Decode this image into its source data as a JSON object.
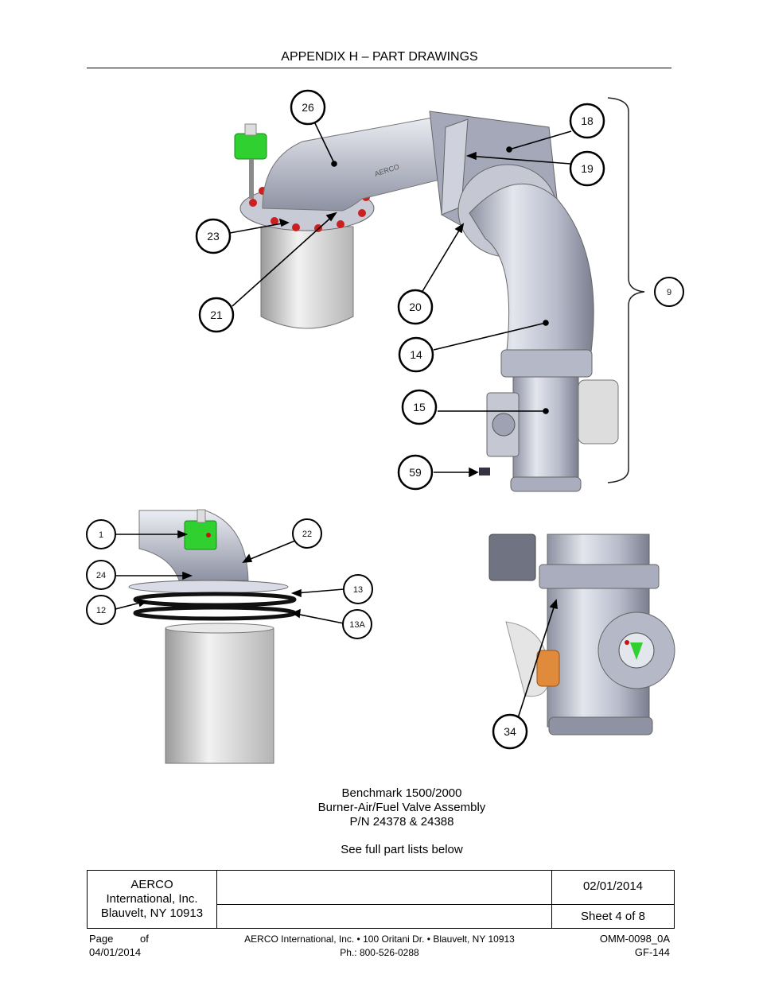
{
  "header": {
    "title": "APPENDIX H – PART DRAWINGS"
  },
  "callouts": {
    "c26": "26",
    "c18": "18",
    "c19": "19",
    "c23": "23",
    "c21": "21",
    "c20": "20",
    "c14": "14",
    "c15": "15",
    "c59": "59",
    "c9": "9",
    "c1": "1",
    "c22": "22",
    "c24": "24",
    "c13": "13",
    "c12": "12",
    "c13a": "13A",
    "c34": "34"
  },
  "drawing_text": {
    "logo": "AERCO"
  },
  "caption": {
    "line1": "Benchmark 1500/2000",
    "line2": "Burner-Air/Fuel Valve Assembly",
    "line3": "P/N 24378 & 24388",
    "line4": "See full part lists below"
  },
  "title_block": {
    "company_line1": "AERCO",
    "company_line2": "International, Inc.",
    "company_line3": "Blauvelt, NY 10913",
    "date": "02/01/2014",
    "sheet": "Sheet 4 of 8"
  },
  "footer": {
    "page_label": "Page",
    "of_label": "of",
    "date": "04/01/2014",
    "address": "AERCO International, Inc. • 100 Oritani Dr. •  Blauvelt, NY 10913",
    "phone": "Ph.: 800-526-0288",
    "doc_number": "OMM-0098_0A",
    "form_number": "GF-144"
  },
  "colors": {
    "metal_light": "#d9dce6",
    "metal_mid": "#a9adbd",
    "metal_dark": "#6e7282",
    "valve_green": "#2fd02f",
    "flange_red": "#cc1f1f",
    "regulator_orange": "#e08a3c"
  }
}
